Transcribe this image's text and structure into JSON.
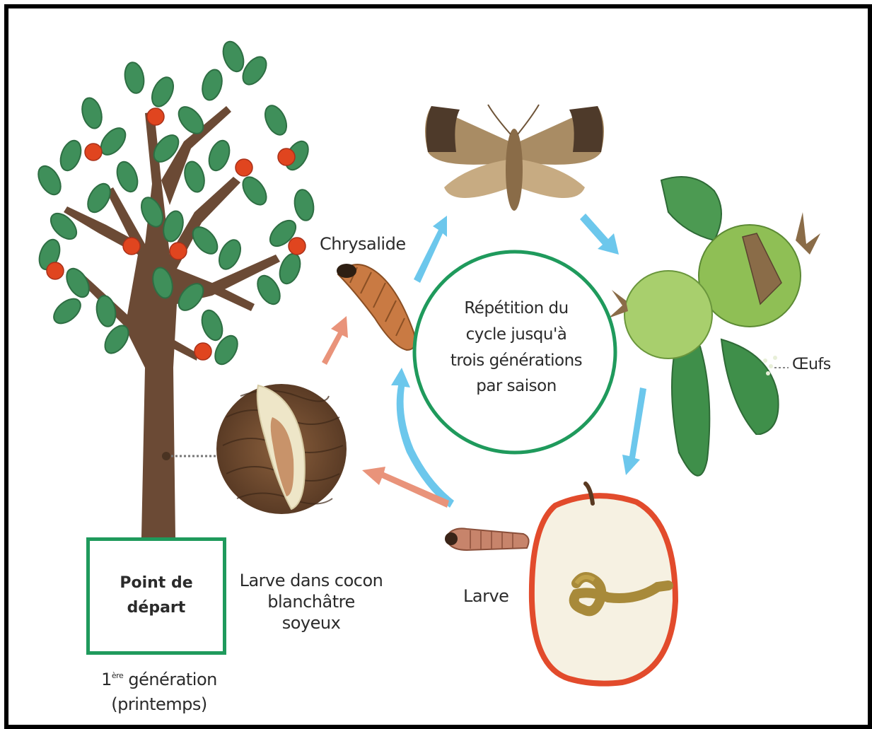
{
  "labels": {
    "chrysalide": "Chrysalide",
    "oeufs": "Œufs",
    "larve": "Larve",
    "cocon_line1": "Larve dans cocon",
    "cocon_line2": "blanchâtre soyeux",
    "center_line1": "Répétition du",
    "center_line2": "cycle jusqu'à",
    "center_line3": "trois générations",
    "center_line4": "par saison",
    "depart_line1": "Point de",
    "depart_line2": "départ",
    "generation_number": "1",
    "generation_suffix": "ère",
    "generation_word": " génération",
    "season": "(printemps)"
  },
  "colors": {
    "cycle_arrows": "#6cc7ec",
    "start_arrows": "#e9937a",
    "circle_border": "#1f9a5c",
    "tree_trunk": "#6b4a35",
    "leaf": "#3f8f5a",
    "fruit": "#e0451f",
    "moth_body": "#b3966b",
    "green_fruit": "#9cc766",
    "apple_flesh": "#f6f1e2",
    "apple_skin": "#e24b2c"
  },
  "icons": {
    "tree": "apple-tree-icon",
    "moth": "moth-icon",
    "chrysalis": "chrysalis-icon",
    "cocoon": "cocoon-in-bark-icon",
    "larva": "larva-icon",
    "eggs": "green-fruits-with-eggs-icon",
    "damaged_apple": "damaged-apple-icon"
  }
}
